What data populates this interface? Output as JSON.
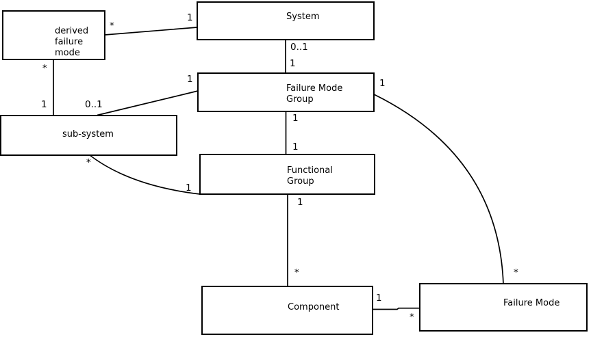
{
  "diagram": {
    "kind": "uml-class-association-diagram",
    "background_color": "#ffffff",
    "stroke_color": "#000000",
    "text_color": "#000000",
    "nodes": [
      {
        "id": "derived-failure-mode",
        "label": "derived\nfailure\nmode"
      },
      {
        "id": "system",
        "label": "System"
      },
      {
        "id": "failure-mode-group",
        "label": "Failure Mode\nGroup"
      },
      {
        "id": "sub-system",
        "label": "sub-system"
      },
      {
        "id": "functional-group",
        "label": "Functional\nGroup"
      },
      {
        "id": "component",
        "label": "Component"
      },
      {
        "id": "failure-mode",
        "label": "Failure Mode"
      }
    ],
    "edges": [
      {
        "from": "derived failure mode",
        "to": "System",
        "from_mult": "*",
        "to_mult": "1"
      },
      {
        "from": "derived failure mode",
        "to": "sub-system",
        "from_mult": "*",
        "to_mult": "1"
      },
      {
        "from": "System",
        "to": "Failure Mode Group",
        "from_mult": "0..1",
        "to_mult": "1"
      },
      {
        "from": "Failure Mode Group",
        "to": "sub-system",
        "from_mult": "1",
        "to_mult": "0..1"
      },
      {
        "from": "Failure Mode Group",
        "to": "Functional Group",
        "from_mult": "1",
        "to_mult": "1"
      },
      {
        "from": "sub-system",
        "to": "Functional Group",
        "from_mult": "*",
        "to_mult": "1"
      },
      {
        "from": "Functional Group",
        "to": "Component",
        "from_mult": "1",
        "to_mult": "*"
      },
      {
        "from": "Component",
        "to": "Failure Mode",
        "from_mult": "1",
        "to_mult": "*"
      },
      {
        "from": "Failure Mode Group",
        "to": "Failure Mode",
        "from_mult": "1",
        "to_mult": "*"
      }
    ]
  }
}
